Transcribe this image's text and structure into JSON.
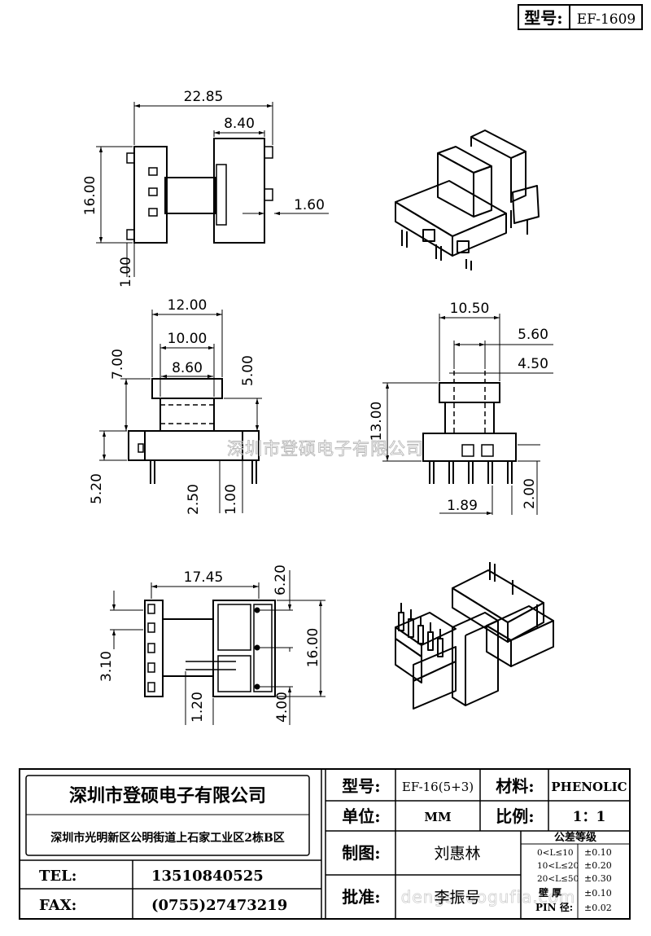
{
  "header": {
    "model_label": "型号:",
    "model_value": "EF-1609"
  },
  "dimensions": {
    "top_view": [
      "22.85",
      "8.40",
      "16.00",
      "1.60",
      "1.00"
    ],
    "front_view": [
      "12.00",
      "10.00",
      "8.60",
      "7.00",
      "5.00",
      "5.20",
      "2.50",
      "1.00"
    ],
    "side_view": [
      "10.50",
      "5.60",
      "4.50",
      "13.00",
      "1.89",
      "2.00"
    ],
    "bottom_view": [
      "17.45",
      "6.20",
      "16.00",
      "3.10",
      "1.20",
      "4.00"
    ]
  },
  "watermarks": {
    "center": "深圳市登硕电子有限公司",
    "bottom": "dengshuogufia.com"
  },
  "title_block": {
    "company_name": "深圳市登硕电子有限公司",
    "company_address": "深圳市光明新区公明街道上石家工业区2栋B区",
    "tel_label": "TEL:",
    "tel_value": "13510840525",
    "fax_label": "FAX:",
    "fax_value": "(0755)27473219",
    "model_label": "型号:",
    "model_value": "EF-16(5+3)",
    "material_label": "材料:",
    "material_value": "PHENOLIC",
    "unit_label": "单位:",
    "unit_value": "MM",
    "scale_label": "比例:",
    "scale_value": "1：1",
    "drawn_label": "制图:",
    "drawn_value": "刘惠林",
    "approved_label": "批准:",
    "approved_value": "李振号",
    "tolerance_title": "公差等级",
    "tolerance_rows": [
      {
        "range": "0<L≤10",
        "value": "±0.10"
      },
      {
        "range": "10<L≤20",
        "value": "±0.20"
      },
      {
        "range": "20<L≤50",
        "value": "±0.30"
      },
      {
        "range": "壁 厚",
        "value": "±0.10"
      },
      {
        "range": "PIN 径:",
        "value": "±0.02"
      }
    ]
  }
}
